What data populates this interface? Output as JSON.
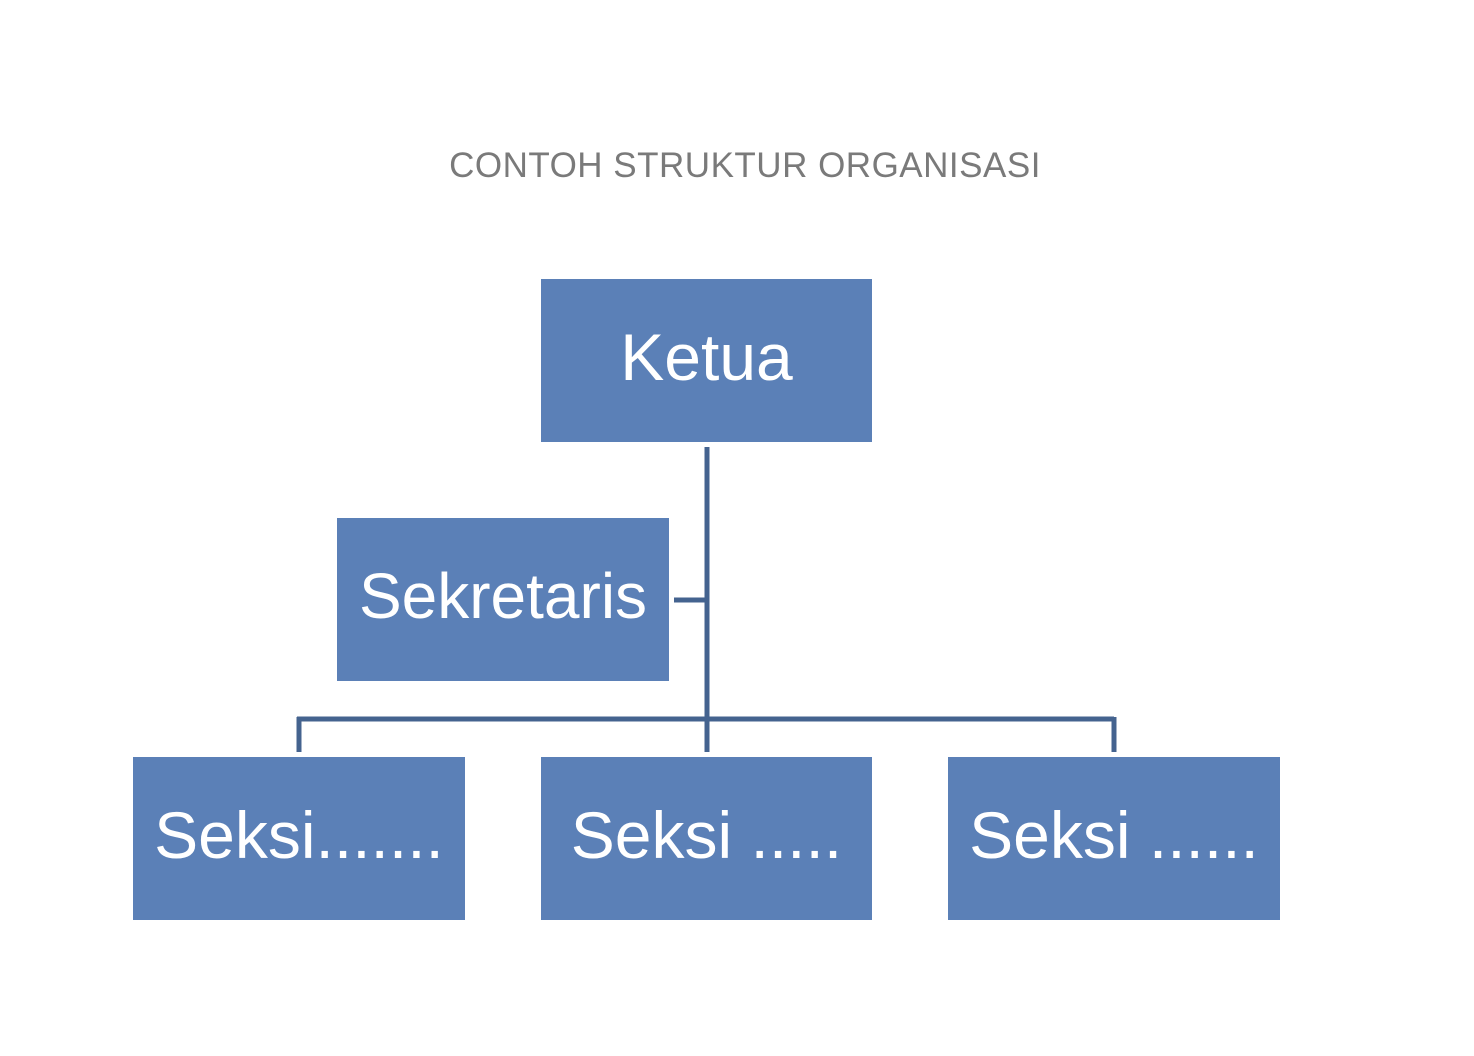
{
  "title": "CONTOH STRUKTUR ORGANISASI",
  "colors": {
    "box_fill": "#5b80b7",
    "connector": "#44638f",
    "title_text": "#7a7a7a"
  },
  "nodes": {
    "ketua": "Ketua",
    "sekretaris": "Sekretaris",
    "seksi_1": "Seksi.......",
    "seksi_2": "Seksi .....",
    "seksi_3": "Seksi ......"
  }
}
